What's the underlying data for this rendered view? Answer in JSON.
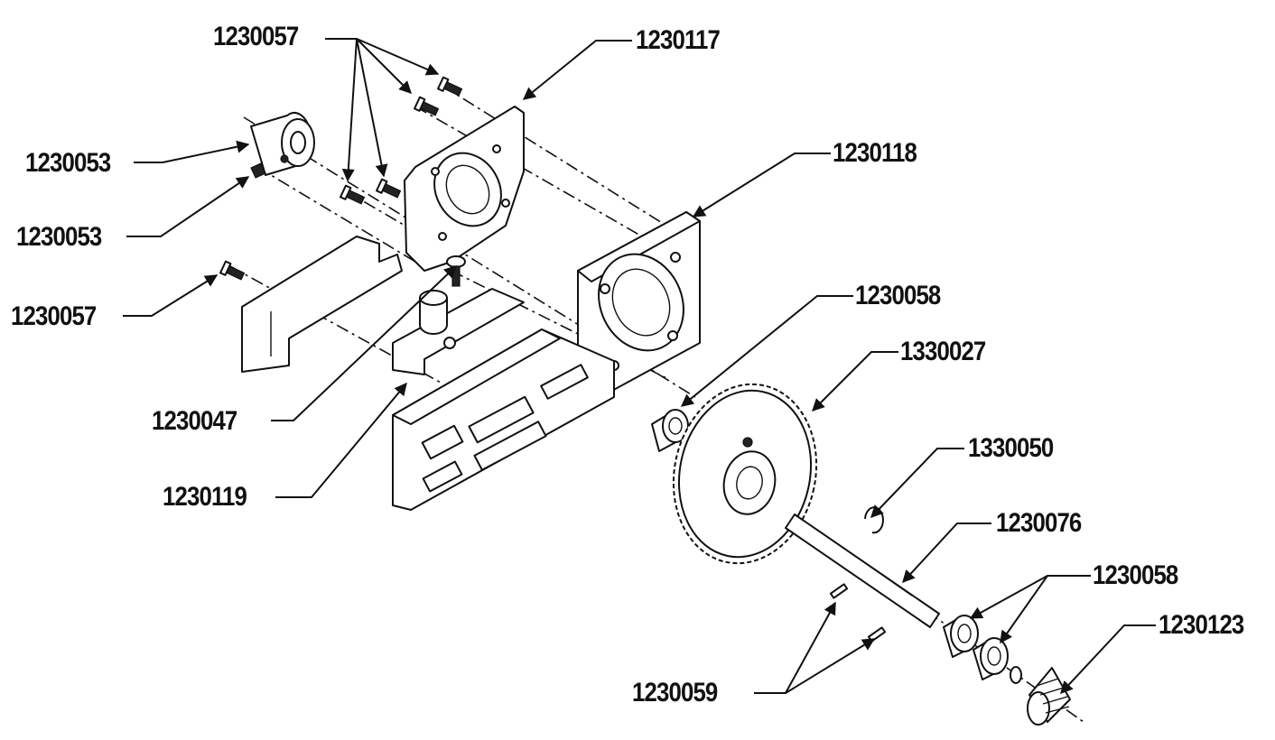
{
  "labels": {
    "l_1230057_top": "1230057",
    "l_1230117": "1230117",
    "l_1230053_a": "1230053",
    "l_1230053_b": "1230053",
    "l_1230118": "1230118",
    "l_1230057_left": "1230057",
    "l_1230058_top": "1230058",
    "l_1330027": "1330027",
    "l_1230047": "1230047",
    "l_1330050": "1330050",
    "l_1230119": "1230119",
    "l_1230076": "1230076",
    "l_1230058_bottom": "1230058",
    "l_1230123": "1230123",
    "l_1230059": "1230059"
  },
  "style": {
    "line_color": "#111111",
    "background": "#ffffff"
  }
}
